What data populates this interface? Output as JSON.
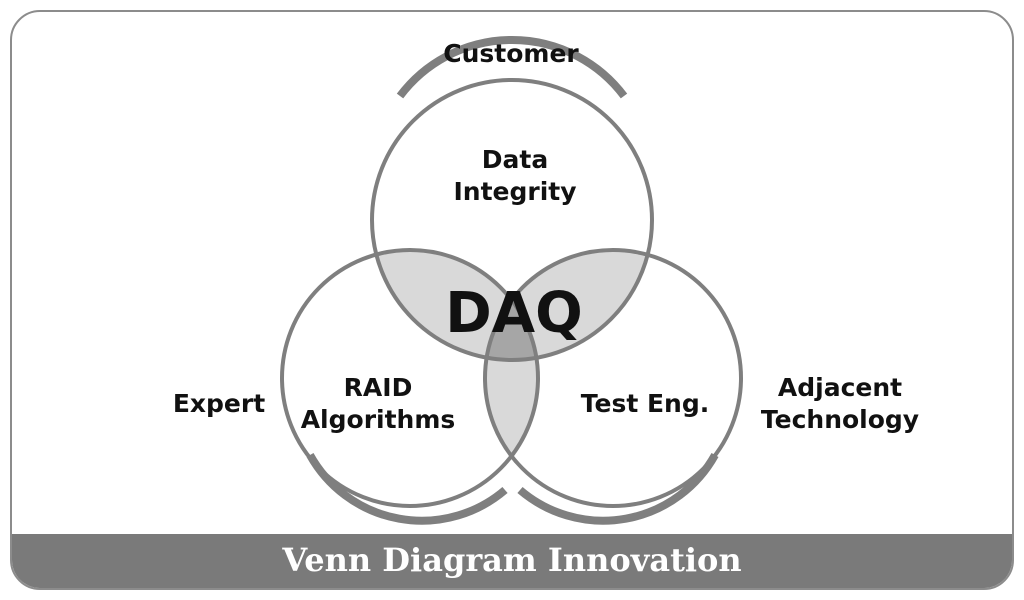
{
  "circles": {
    "top": {
      "outer_label": "Customer",
      "inner_lines": [
        "Data",
        "Integrity"
      ]
    },
    "left": {
      "outer_label": "Expert",
      "inner_lines": [
        "RAID",
        "Algorithms"
      ]
    },
    "right": {
      "outer_label_lines": [
        "Adjacent",
        "Technology"
      ],
      "inner_lines": [
        "Test Eng."
      ]
    }
  },
  "center_label": "DAQ",
  "footer_title": "Venn Diagram Innovation",
  "colors": {
    "circle_stroke": "#7f7f7f",
    "pair_overlap": "#d9d9d9",
    "triple_overlap": "#a6a6a6",
    "footer_band": "#7a7a7a"
  }
}
